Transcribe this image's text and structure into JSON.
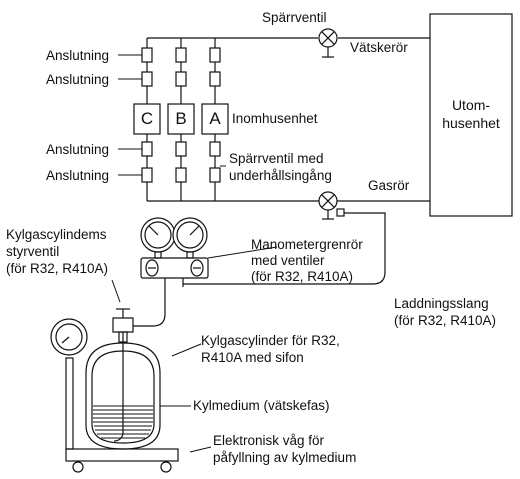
{
  "labels": {
    "sparrventil": "Spärrventil",
    "vatskeror": "Vätskerör",
    "anslutning_1": "Anslutning",
    "anslutning_2": "Anslutning",
    "anslutning_3": "Anslutning",
    "anslutning_4": "Anslutning",
    "inomhusenhet": "Inomhusenhet",
    "sparrventil_underhall": "Spärrventil med\nunderhållsingång",
    "gasror": "Gasrör",
    "utomhusenhet": "Utom-\nhusenhet",
    "styrventil": "Kylgascylindems\nstyrventil\n(för R32, R410A)",
    "manometer": "Manometergrenrör\nmed ventiler\n(för R32, R410A)",
    "laddningsslang": "Laddningsslang\n(för R32, R410A)",
    "kylgascylinder": "Kylgascylinder för R32,\nR410A med sifon",
    "kylmedium": "Kylmedium (vätskefas)",
    "vag": "Elektronisk våg för\npåfyllning av kylmedium"
  },
  "units": [
    "C",
    "B",
    "A"
  ],
  "icons": {
    "valve": "valve-icon",
    "gauge": "pressure-gauge-icon",
    "cylinder": "refrigerant-cylinder-icon",
    "scale": "electronic-scale-icon"
  },
  "colors": {
    "line": "#111111",
    "background": "#ffffff"
  }
}
